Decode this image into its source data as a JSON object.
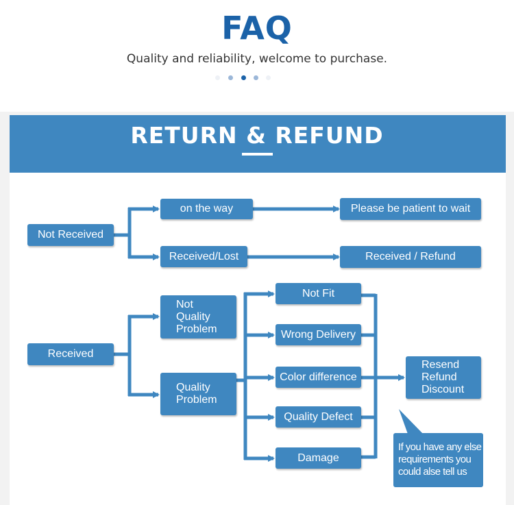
{
  "header": {
    "title": "FAQ",
    "subtitle": "Quality and reliability, welcome to purchase."
  },
  "carousel": {
    "dot_colors": [
      "#eef1f6",
      "#9bb7d8",
      "#1b62a8",
      "#9bb7d8",
      "#eef1f6"
    ]
  },
  "banner": {
    "title": "RETURN & REFUND"
  },
  "colors": {
    "accent": "#3f87c0",
    "brand": "#1b62a8"
  },
  "flow": {
    "not_received": "Not Received",
    "on_the_way": "on the way",
    "please_wait": "Please be patient to wait",
    "received_lost": "Received/Lost",
    "received_refund": "Received / Refund",
    "received": "Received",
    "not_quality_problem": "Not\nQuality\nProblem",
    "quality_problem": "Quality\nProblem",
    "not_fit": "Not Fit",
    "wrong_delivery": "Wrong Delivery",
    "color_difference": "Color difference",
    "quality_defect": "Quality Defect",
    "damage": "Damage",
    "resolution": "Resend\nRefund\nDiscount",
    "note": "If you have any else\nrequirements you\ncould alse tell us"
  }
}
